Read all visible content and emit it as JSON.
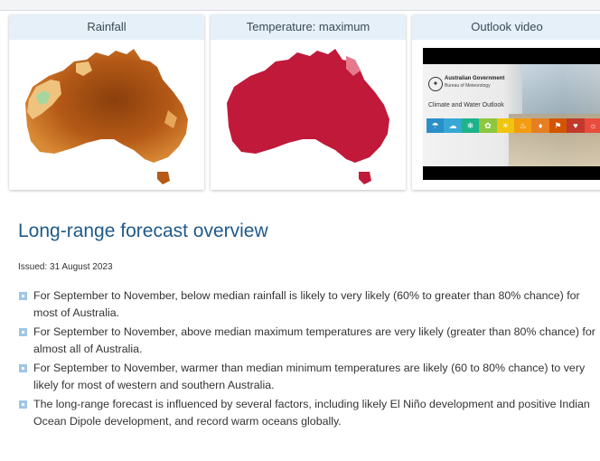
{
  "cards": [
    {
      "label": "Rainfall"
    },
    {
      "label": "Temperature: maximum"
    },
    {
      "label": "Outlook video"
    }
  ],
  "video": {
    "gov_line1": "Australian Government",
    "gov_line2": "Bureau of Meteorology",
    "title": "Climate and Water Outlook",
    "icon_colors": [
      "#2a8fc9",
      "#36a7d6",
      "#1db38b",
      "#8dc63f",
      "#f1c40f",
      "#f39c12",
      "#e67e22",
      "#d35400",
      "#c0392b",
      "#e74c3c"
    ]
  },
  "colors": {
    "rain_dark": "#8a3f0c",
    "rain_mid": "#c8701f",
    "rain_light": "#efc27e",
    "rain_green": "#a6d6a0",
    "temp_red": "#c0193a",
    "temp_pink": "#e57a8c",
    "heading": "#1f5a8a"
  },
  "overview": {
    "title": "Long-range forecast overview",
    "issued": "Issued: 31 August 2023",
    "bullets": [
      "For September to November, below median rainfall is likely to very likely (60% to greater than 80% chance) for most of Australia.",
      "For September to November, above median maximum temperatures are very likely (greater than 80% chance) for almost all of Australia.",
      "For September to November, warmer than median minimum temperatures are likely (60 to 80% chance) to very likely for most of western and southern Australia.",
      "The long-range forecast is influenced by several factors, including likely El Niño development and positive Indian Ocean Dipole development, and record warm oceans globally."
    ]
  }
}
